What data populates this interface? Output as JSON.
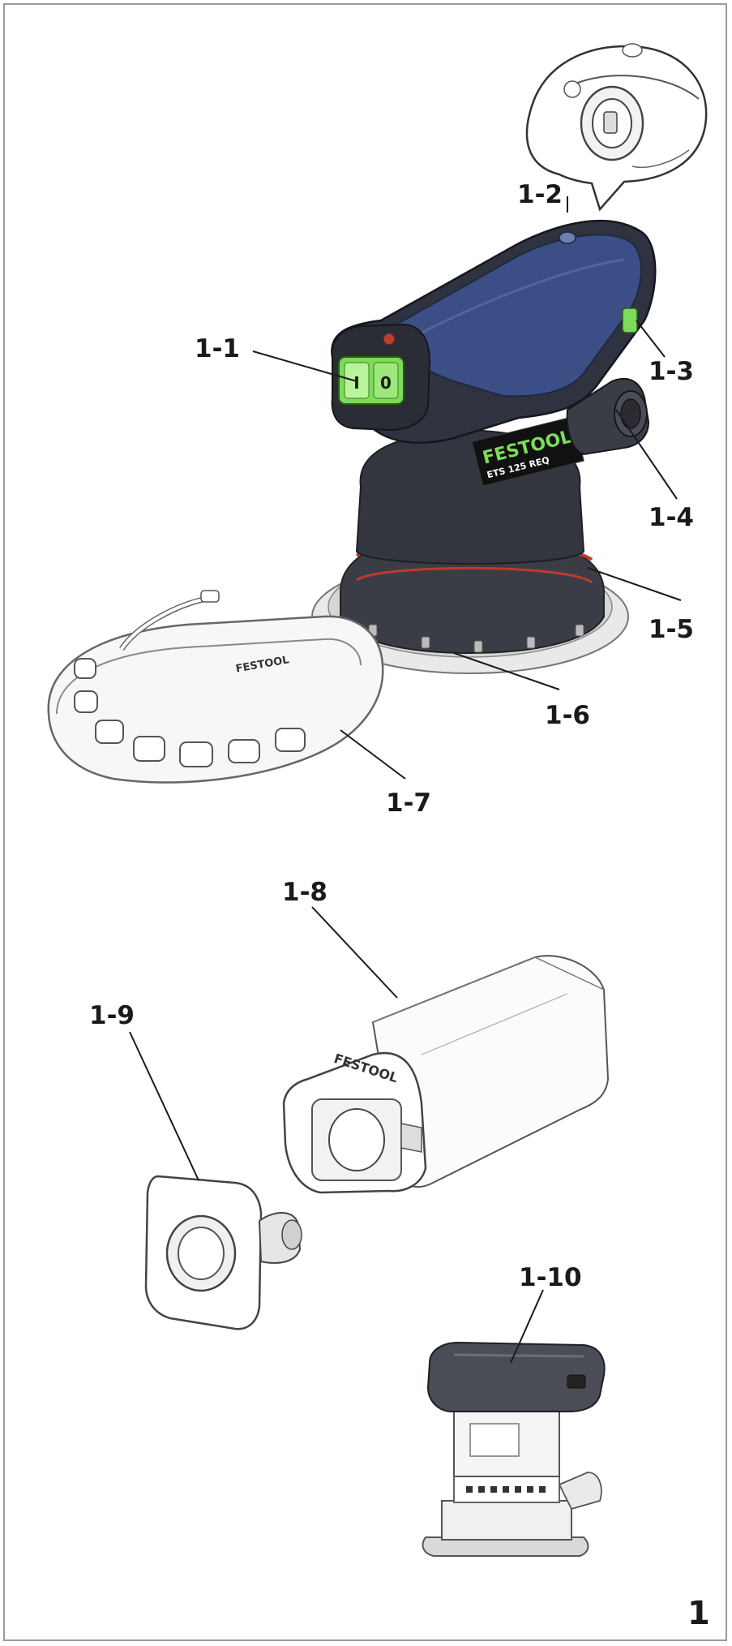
{
  "figure_number": "1",
  "callouts": {
    "c1_1": "1-1",
    "c1_2": "1-2",
    "c1_3": "1-3",
    "c1_4": "1-4",
    "c1_5": "1-5",
    "c1_6": "1-6",
    "c1_7": "1-7",
    "c1_8": "1-8",
    "c1_9": "1-9",
    "c1_10": "1-10"
  },
  "product_markings": {
    "brand": "FESTOOL",
    "model": "ETS 125 REQ",
    "switch_on": "I",
    "switch_off": "0"
  },
  "colors": {
    "body_dark": "#2f3340",
    "body_blue": "#3b4f86",
    "switch_green": "#7cdc5a",
    "pad_silver": "#d9d9d9",
    "outline": "#9a9a9a"
  }
}
